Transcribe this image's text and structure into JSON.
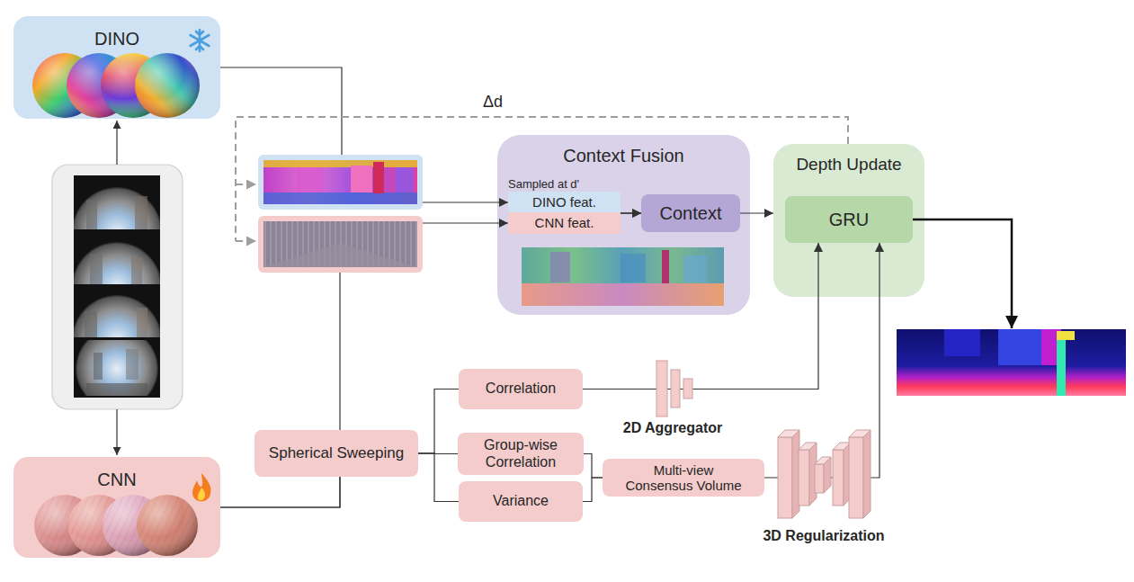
{
  "diagram": {
    "nodes": [
      {
        "text": [
          "DINO"
        ]
      },
      {
        "text": [
          "CNN"
        ]
      },
      {
        "text": [
          "Context Fusion",
          "Sampled at d'"
        ]
      },
      {
        "text": [
          "DINO feat."
        ],
        "in": 2
      },
      {
        "text": [
          "CNN feat."
        ],
        "in": 2
      },
      {
        "text": [
          "Context"
        ],
        "in": 2
      },
      {
        "text": [
          "Depth Update"
        ]
      },
      {
        "text": [
          "GRU"
        ],
        "in": 6
      },
      {
        "text": [
          "Spherical Sweeping"
        ]
      },
      {
        "text": [
          "Correlation"
        ]
      },
      {
        "text": [
          "Group-wise Correlation"
        ]
      },
      {
        "text": [
          "Variance"
        ]
      },
      {
        "text": [
          "Multi-view Consensus Volume"
        ]
      }
    ],
    "edges": [
      {
        "from": 0,
        "to": 3,
        "arrow": "to"
      },
      {
        "from": 1,
        "to": 4,
        "arrow": "to"
      },
      {
        "from": 1,
        "to": 8,
        "arrow": "none"
      },
      {
        "from": 3,
        "to": 5,
        "arrow": "to"
      },
      {
        "from": 4,
        "to": 5,
        "arrow": "to"
      },
      {
        "from": 5,
        "to": 6,
        "arrow": "to"
      },
      {
        "from": 8,
        "to": 9,
        "arrow": "none"
      },
      {
        "from": 8,
        "to": 10,
        "arrow": "none"
      },
      {
        "from": 8,
        "to": 11,
        "arrow": "none"
      },
      {
        "from": 10,
        "to": 12,
        "arrow": "none"
      },
      {
        "from": 11,
        "to": 12,
        "arrow": "none"
      },
      {
        "from": 9,
        "to": 7,
        "arrow": "to"
      },
      {
        "from": 12,
        "to": 7,
        "arrow": "to"
      }
    ],
    "labels": [
      "Δd",
      "2D Aggregator",
      "3D Regularization"
    ]
  }
}
